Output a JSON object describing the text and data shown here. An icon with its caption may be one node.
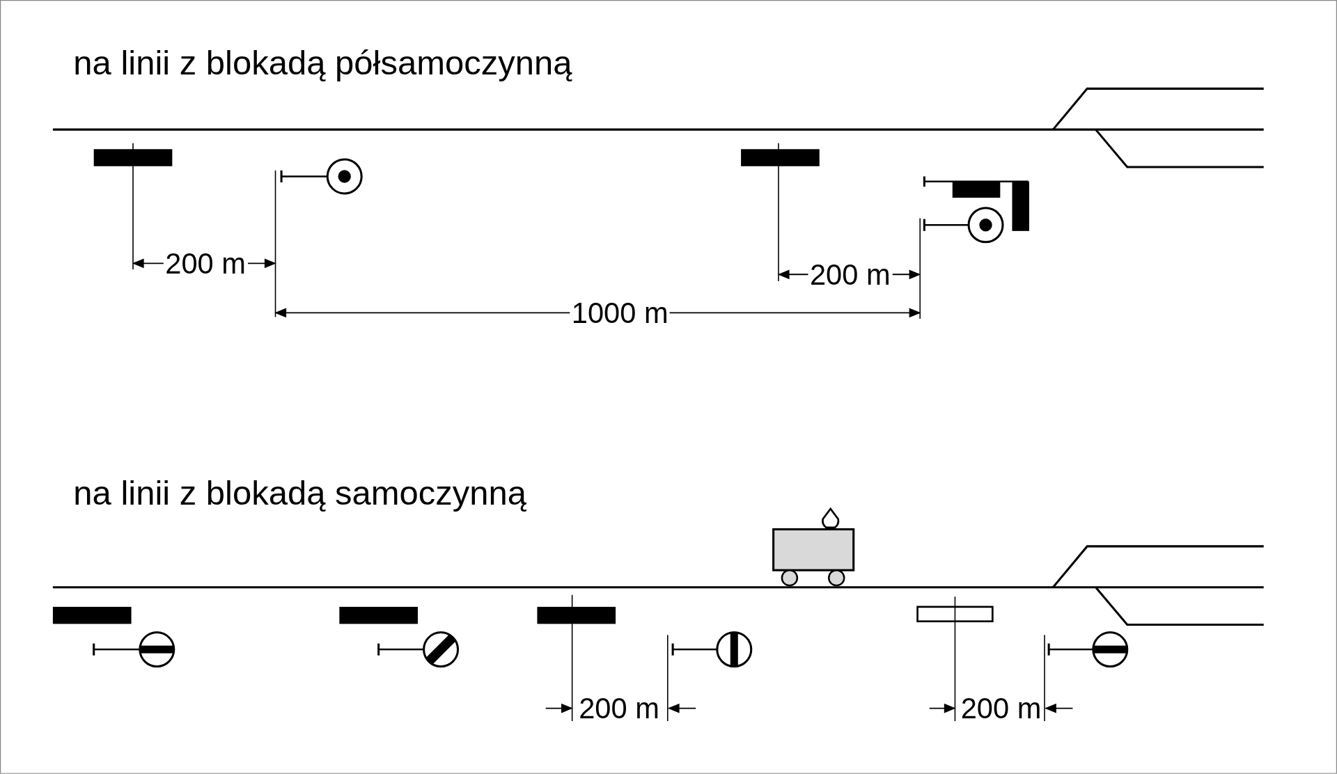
{
  "diagram": {
    "nodes": [
      {
        "text": [],
        "shape": "bar"
      },
      {
        "text": [],
        "shape": "bar"
      },
      {
        "text": [],
        "shape": "bar"
      },
      {
        "text": [],
        "shape": "bar"
      },
      {
        "text": [],
        "shape": "bar"
      },
      {
        "text": [],
        "shape": "box"
      }
    ],
    "labels": [
      "na linii z blokadą półsamoczynną",
      "200 m",
      "200 m",
      "1000 m",
      "na linii z blokadą samoczynną",
      "200 m",
      "200 m"
    ]
  }
}
